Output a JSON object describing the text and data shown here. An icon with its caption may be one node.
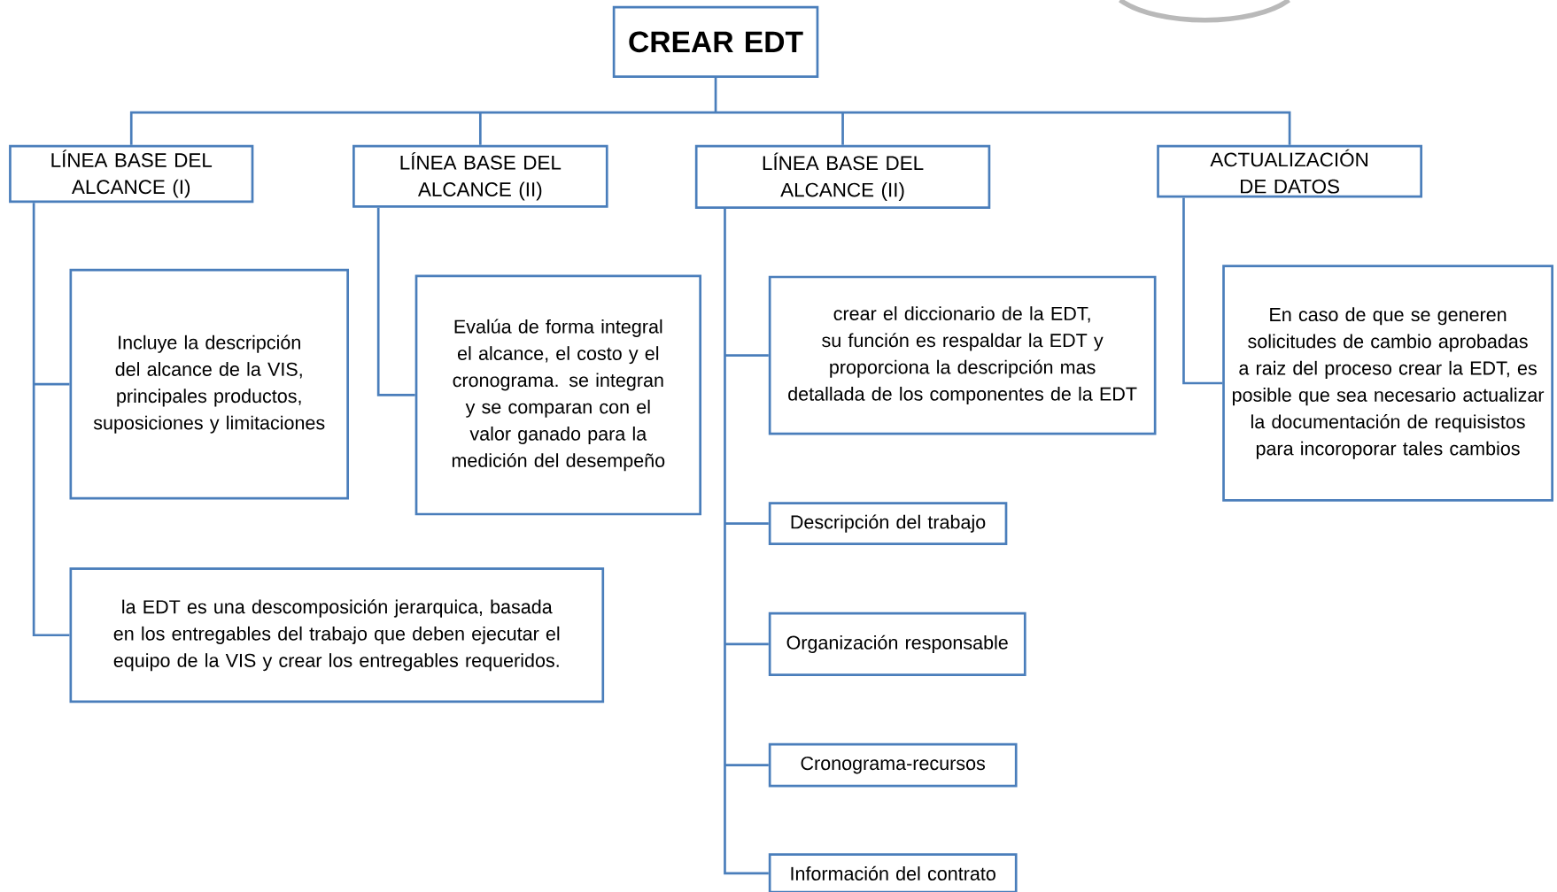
{
  "diagram": {
    "nodes": [
      {
        "text": [
          "CREAR EDT"
        ]
      },
      {
        "text": [
          "LÍNEA BASE DEL ALCANCE (I)"
        ]
      },
      {
        "text": [
          "LÍNEA BASE DEL ALCANCE (II)"
        ]
      },
      {
        "text": [
          "LÍNEA BASE DEL ALCANCE (II)"
        ]
      },
      {
        "text": [
          "ACTUALIZACIÓN DE DATOS"
        ]
      },
      {
        "text": [
          "Incluye la descripción del alcance de la VIS, principales productos, suposiciones y limitaciones"
        ]
      },
      {
        "text": [
          "la EDT es una descomposición jerarquica, basada en los entregables del trabajo que deben ejecutar el equipo de la VIS y crear los entregables requeridos."
        ]
      },
      {
        "text": [
          "Evalúa de forma integral el alcance, el costo y el cronograma. se integran y se comparan con el valor ganado para la medición del desempeño"
        ]
      },
      {
        "text": [
          "crear el diccionario de la EDT, su función es respaldar la EDT y proporciona la descripción mas detallada de los componentes de la EDT"
        ]
      },
      {
        "text": [
          "Descripción del trabajo"
        ]
      },
      {
        "text": [
          "Organización responsable"
        ]
      },
      {
        "text": [
          "Cronograma-recursos"
        ]
      },
      {
        "text": [
          "Información del contrato"
        ]
      },
      {
        "text": [
          "En caso de que se generen solicitudes de cambio aprobadas a raiz del proceso crear la EDT, es posible que sea necesario actualizar la documentación de requisistos para incoroporar tales cambios"
        ]
      }
    ],
    "edges": [
      {
        "from": 0,
        "to": 1,
        "arrow": "none"
      },
      {
        "from": 0,
        "to": 2,
        "arrow": "none"
      },
      {
        "from": 0,
        "to": 3,
        "arrow": "none"
      },
      {
        "from": 0,
        "to": 4,
        "arrow": "none"
      },
      {
        "from": 1,
        "to": 5,
        "arrow": "none"
      },
      {
        "from": 1,
        "to": 6,
        "arrow": "none"
      },
      {
        "from": 2,
        "to": 7,
        "arrow": "none"
      },
      {
        "from": 3,
        "to": 8,
        "arrow": "none"
      },
      {
        "from": 3,
        "to": 9,
        "arrow": "none"
      },
      {
        "from": 3,
        "to": 10,
        "arrow": "none"
      },
      {
        "from": 3,
        "to": 11,
        "arrow": "none"
      },
      {
        "from": 3,
        "to": 12,
        "arrow": "none"
      },
      {
        "from": 4,
        "to": 13,
        "arrow": "none"
      }
    ]
  }
}
